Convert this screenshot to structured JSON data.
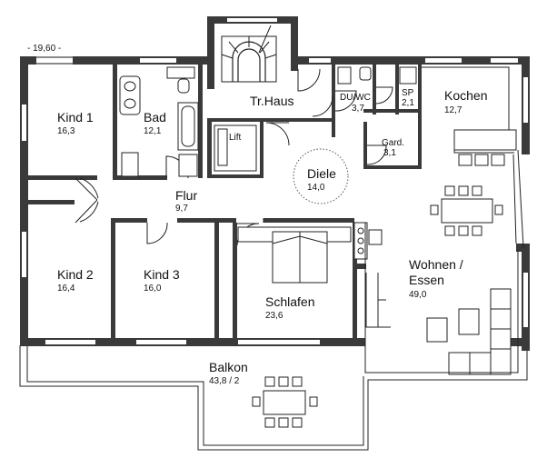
{
  "plan": {
    "dimension": "- 19,60 -",
    "lift_label": "Lift",
    "rooms": [
      {
        "key": "kind1",
        "name": "Kind 1",
        "area": "16,3"
      },
      {
        "key": "bad",
        "name": "Bad",
        "area": "12,1"
      },
      {
        "key": "trhaus",
        "name": "Tr.Haus",
        "area": ""
      },
      {
        "key": "duwc",
        "name": "DU/WC",
        "area": "3,7"
      },
      {
        "key": "sp",
        "name": "SP",
        "area": "2,1"
      },
      {
        "key": "kochen",
        "name": "Kochen",
        "area": "12,7"
      },
      {
        "key": "gard",
        "name": "Gard.",
        "area": "3,1"
      },
      {
        "key": "diele",
        "name": "Diele",
        "area": "14,0"
      },
      {
        "key": "flur",
        "name": "Flur",
        "area": "9,7"
      },
      {
        "key": "kind2",
        "name": "Kind 2",
        "area": "16,4"
      },
      {
        "key": "kind3",
        "name": "Kind 3",
        "area": "16,0"
      },
      {
        "key": "schlafen",
        "name": "Schlafen",
        "area": "23,6"
      },
      {
        "key": "wohnen1",
        "name": "Wohnen /",
        "area": ""
      },
      {
        "key": "wohnen2",
        "name": "Essen",
        "area": "49,0"
      },
      {
        "key": "balkon",
        "name": "Balkon",
        "area": "43,8 / 2"
      }
    ]
  },
  "colors": {
    "wall": "#3a3a3a",
    "line": "#222222",
    "background": "#ffffff"
  }
}
